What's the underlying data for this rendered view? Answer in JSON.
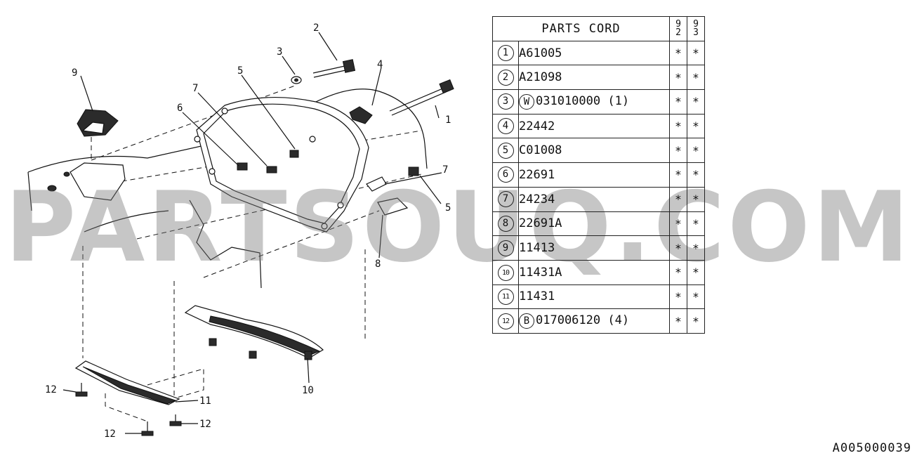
{
  "watermark": "PARTSOUQ.COM",
  "callouts": [
    "1",
    "2",
    "3",
    "4",
    "5",
    "5",
    "6",
    "7",
    "7",
    "8",
    "9",
    "10",
    "11",
    "12",
    "12",
    "12"
  ],
  "table": {
    "header": "PARTS CORD",
    "years": [
      [
        "9",
        "2"
      ],
      [
        "9",
        "3"
      ]
    ],
    "rows": [
      {
        "num": "1",
        "prefix": "",
        "code": "A61005",
        "marks": [
          "*",
          "*"
        ]
      },
      {
        "num": "2",
        "prefix": "",
        "code": "A21098",
        "marks": [
          "*",
          "*"
        ]
      },
      {
        "num": "3",
        "prefix": "W",
        "code": "031010000 (1)",
        "marks": [
          "*",
          "*"
        ]
      },
      {
        "num": "4",
        "prefix": "",
        "code": "22442",
        "marks": [
          "*",
          "*"
        ]
      },
      {
        "num": "5",
        "prefix": "",
        "code": "C01008",
        "marks": [
          "*",
          "*"
        ]
      },
      {
        "num": "6",
        "prefix": "",
        "code": "22691",
        "marks": [
          "*",
          "*"
        ]
      },
      {
        "num": "7",
        "prefix": "",
        "code": "24234",
        "marks": [
          "*",
          "*"
        ]
      },
      {
        "num": "8",
        "prefix": "",
        "code": "22691A",
        "marks": [
          "*",
          "*"
        ]
      },
      {
        "num": "9",
        "prefix": "",
        "code": "11413",
        "marks": [
          "*",
          "*"
        ]
      },
      {
        "num": "10",
        "prefix": "",
        "code": "11431A",
        "marks": [
          "*",
          "*"
        ]
      },
      {
        "num": "11",
        "prefix": "",
        "code": "11431",
        "marks": [
          "*",
          "*"
        ]
      },
      {
        "num": "12",
        "prefix": "B",
        "code": "017006120 (4)",
        "marks": [
          "*",
          "*"
        ]
      }
    ]
  },
  "reference": "A005000039"
}
